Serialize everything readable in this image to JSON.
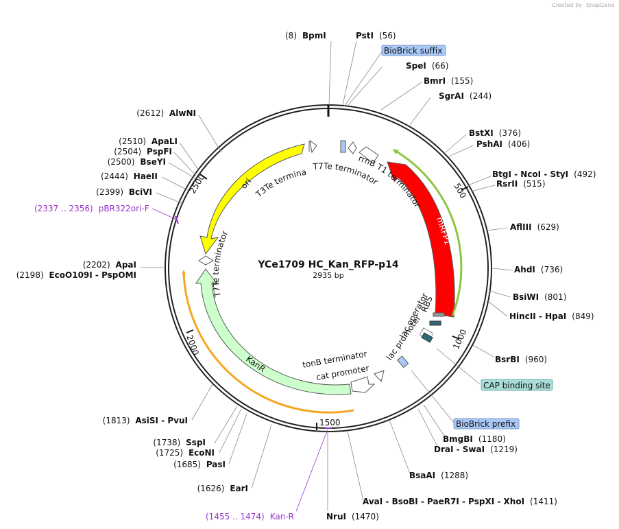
{
  "plasmid": {
    "name": "YCe1709 HC_Kan_RFP-p14",
    "length": "2935 bp"
  },
  "credit": {
    "prefix": "Created by",
    "brand": "SnapGene"
  },
  "ticks": [
    "500",
    "1000",
    "1500",
    "2000",
    "2500"
  ],
  "left_sites": [
    {
      "pos": "(2612)",
      "name": "AlwNI"
    },
    {
      "pos": "(2510)",
      "name": "ApaLI"
    },
    {
      "pos": "(2504)",
      "name": "PspFI"
    },
    {
      "pos": "(2500)",
      "name": "BseYI"
    },
    {
      "pos": "(2444)",
      "name": "HaeII"
    },
    {
      "pos": "(2399)",
      "name": "BciVI"
    },
    {
      "pos": "(2202)",
      "name": "ApaI"
    },
    {
      "pos": "(1813)",
      "name": "AsiSI  -  PvuI"
    },
    {
      "pos": "(1738)",
      "name": "SspI"
    },
    {
      "pos": "(1725)",
      "name": "EcoNI"
    },
    {
      "pos": "(1685)",
      "name": "PasI"
    },
    {
      "pos": "(1626)",
      "name": "EarI"
    }
  ],
  "eco_site": {
    "pos": "(2198)",
    "name": "EcoO109I  -  PspOMI"
  },
  "right_sites": [
    {
      "name": "BpmI",
      "pos": "(8)"
    },
    {
      "name": "PstI",
      "pos": "(56)"
    },
    {
      "name": "SpeI",
      "pos": "(66)"
    },
    {
      "name": "BmrI",
      "pos": "(155)"
    },
    {
      "name": "SgrAI",
      "pos": "(244)"
    },
    {
      "name": "BstXI",
      "pos": "(376)"
    },
    {
      "name": "PshAI",
      "pos": "(406)"
    },
    {
      "name": "BtgI  -  NcoI  -  StyI",
      "pos": "(492)"
    },
    {
      "name": "RsrII",
      "pos": "(515)"
    },
    {
      "name": "AflIII",
      "pos": "(629)"
    },
    {
      "name": "AhdI",
      "pos": "(736)"
    },
    {
      "name": "BsiWI",
      "pos": "(801)"
    },
    {
      "name": "HincII  -  HpaI",
      "pos": "(849)"
    },
    {
      "name": "BsrBI",
      "pos": "(960)"
    },
    {
      "name": "BmgBI",
      "pos": "(1180)"
    },
    {
      "name": "DraI  -  SwaI",
      "pos": "(1219)"
    },
    {
      "name": "BsaAI",
      "pos": "(1288)"
    },
    {
      "name": "AvaI  -  BsoBI  -  PaeR7I  -  PspXI  -  XhoI",
      "pos": "(1411)"
    },
    {
      "name": "NruI",
      "pos": "(1470)"
    }
  ],
  "primers": [
    {
      "range": "(2337 .. 2356)",
      "name": "pBR322ori-F"
    },
    {
      "range": "(1455 .. 1474)",
      "name": "Kan-R"
    }
  ],
  "tags": {
    "biobrick_suffix": "BioBrick suffix",
    "biobrick_prefix": "BioBrick prefix",
    "cap_site": "CAP binding site"
  },
  "features": {
    "ori": "ori",
    "mrfp1": "mRFP1",
    "kanr": "KanR",
    "t3te": "T3Te terminator",
    "t7te_top": "T7Te terminator",
    "t7te_left": "T7Te terminator",
    "rrnb": "rrnB T1 terminator",
    "rbs": "RBS",
    "lac_operator": "lac operator",
    "lac_promoter": "lac promoter",
    "tonb": "tonB terminator",
    "cat_promoter": "cat promoter"
  },
  "colors": {
    "ori": "#ffff00",
    "mrfp1": "#ff0000",
    "kanr": "#ccffcc",
    "primer": "#9933cc",
    "tag_fill": "#a9c8f5",
    "cap_fill": "#a8dcd8",
    "orf_green": "#8cc63f",
    "orf_orange": "#f5a623"
  }
}
